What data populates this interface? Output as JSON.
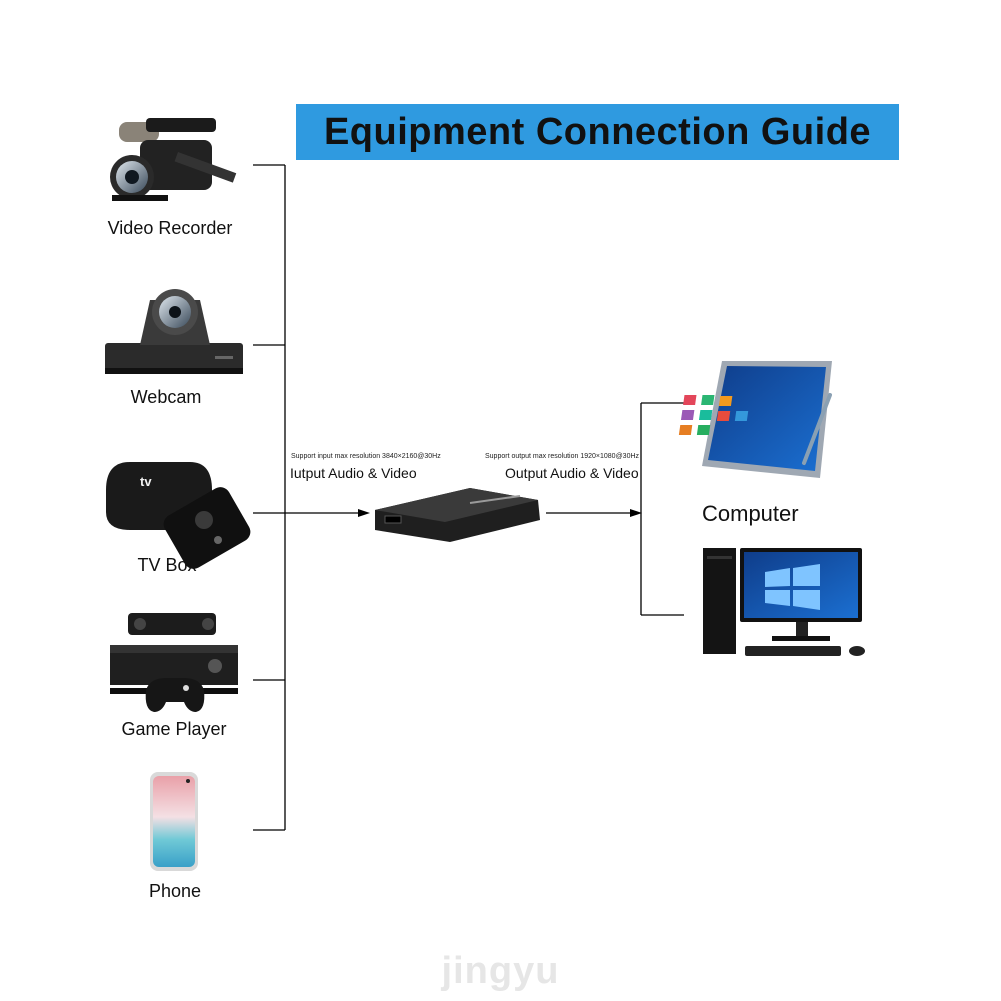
{
  "title": "Equipment Connection Guide",
  "sources": [
    {
      "label": "Video Recorder",
      "icon": "video-recorder-icon"
    },
    {
      "label": "Webcam",
      "icon": "webcam-icon"
    },
    {
      "label": "TV Box",
      "icon": "tv-box-icon"
    },
    {
      "label": "Game Player",
      "icon": "game-console-icon"
    },
    {
      "label": "Phone",
      "icon": "phone-icon"
    }
  ],
  "tv_logo": "tv",
  "input": {
    "note": "Support input max resolution 3840×2160@30Hz",
    "label": "Iutput Audio & Video"
  },
  "output": {
    "note": "Support output max resolution 1920×1080@30Hz",
    "label": "Output Audio & Video"
  },
  "device": {
    "icon": "capture-card-icon"
  },
  "target": {
    "label": "Computer",
    "icons": [
      "tablet-pc-icon",
      "desktop-pc-icon"
    ]
  },
  "watermark": "jingyu",
  "colors": {
    "banner": "#2f9ae0",
    "line": "#000000"
  }
}
